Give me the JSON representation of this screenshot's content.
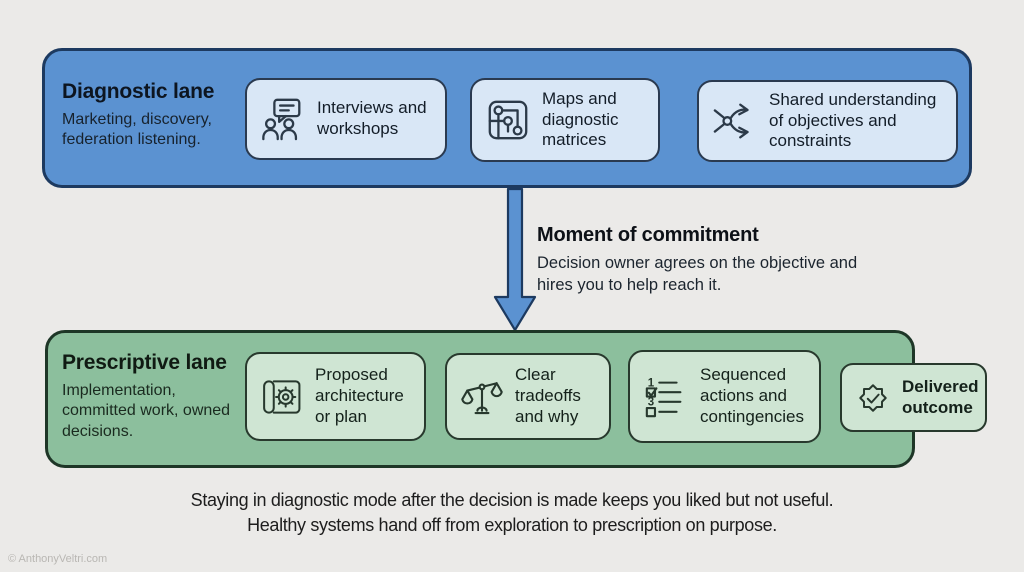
{
  "page": {
    "caption_line1": "Staying in diagnostic mode after the decision is made keeps you liked but not useful.",
    "caption_line2": "Healthy systems hand off from exploration to prescription on purpose.",
    "watermark": "© AnthonyVeltri.com"
  },
  "diagnostic_lane": {
    "title": "Diagnostic lane",
    "subtitle": "Marketing, discovery, federation listening.",
    "cards": [
      {
        "label": "Interviews and workshops",
        "icon": "chat-people-icon"
      },
      {
        "label": "Maps and diagnostic matrices",
        "icon": "node-map-icon"
      },
      {
        "label": "Shared understanding of objectives and constraints",
        "icon": "split-arrows-icon"
      }
    ]
  },
  "commitment": {
    "title": "Moment of commitment",
    "description": "Decision owner agrees on the objective and hires you to help reach it."
  },
  "prescriptive_lane": {
    "title": "Prescriptive lane",
    "subtitle": "Implementation, committed work, owned decisions.",
    "cards": [
      {
        "label": "Proposed architecture or plan",
        "icon": "scroll-gear-icon"
      },
      {
        "label": "Clear tradeoffs and why",
        "icon": "balance-scale-icon"
      },
      {
        "label": "Sequenced actions and contingencies",
        "icon": "numbered-checklist-icon"
      },
      {
        "label": "Delivered outcome",
        "icon": "badge-check-icon"
      }
    ]
  },
  "colors": {
    "background": "#ebeae8",
    "diagnostic_lane_fill": "#5b92d1",
    "diagnostic_card_fill": "#d9e7f6",
    "diagnostic_outline": "#1d3a60",
    "prescriptive_lane_fill": "#8cbf9d",
    "prescriptive_card_fill": "#cfe5d3",
    "prescriptive_outline": "#1e3627",
    "arrow_fill": "#5b92d1"
  }
}
